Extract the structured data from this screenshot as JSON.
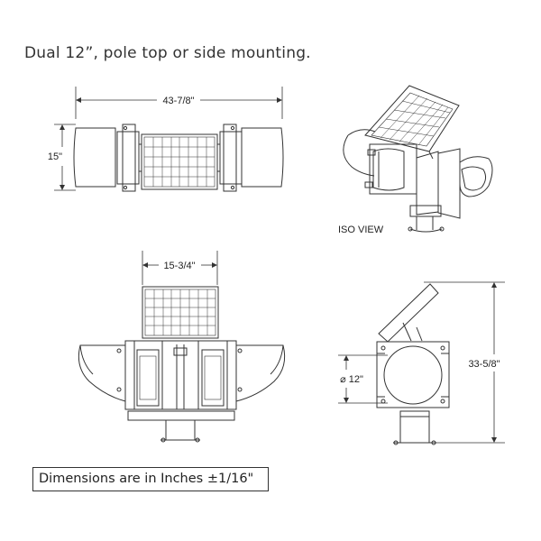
{
  "title": "Dual 12”, pole top or side mounting.",
  "labels": {
    "top_width": "43-7/8\"",
    "top_height": "15\"",
    "iso_view": "ISO VIEW",
    "front_width": "15-3/4\"",
    "side_height": "33-5/8\"",
    "diameter": "⌀ 12\""
  },
  "note": "Dimensions are in Inches ±1/16\""
}
